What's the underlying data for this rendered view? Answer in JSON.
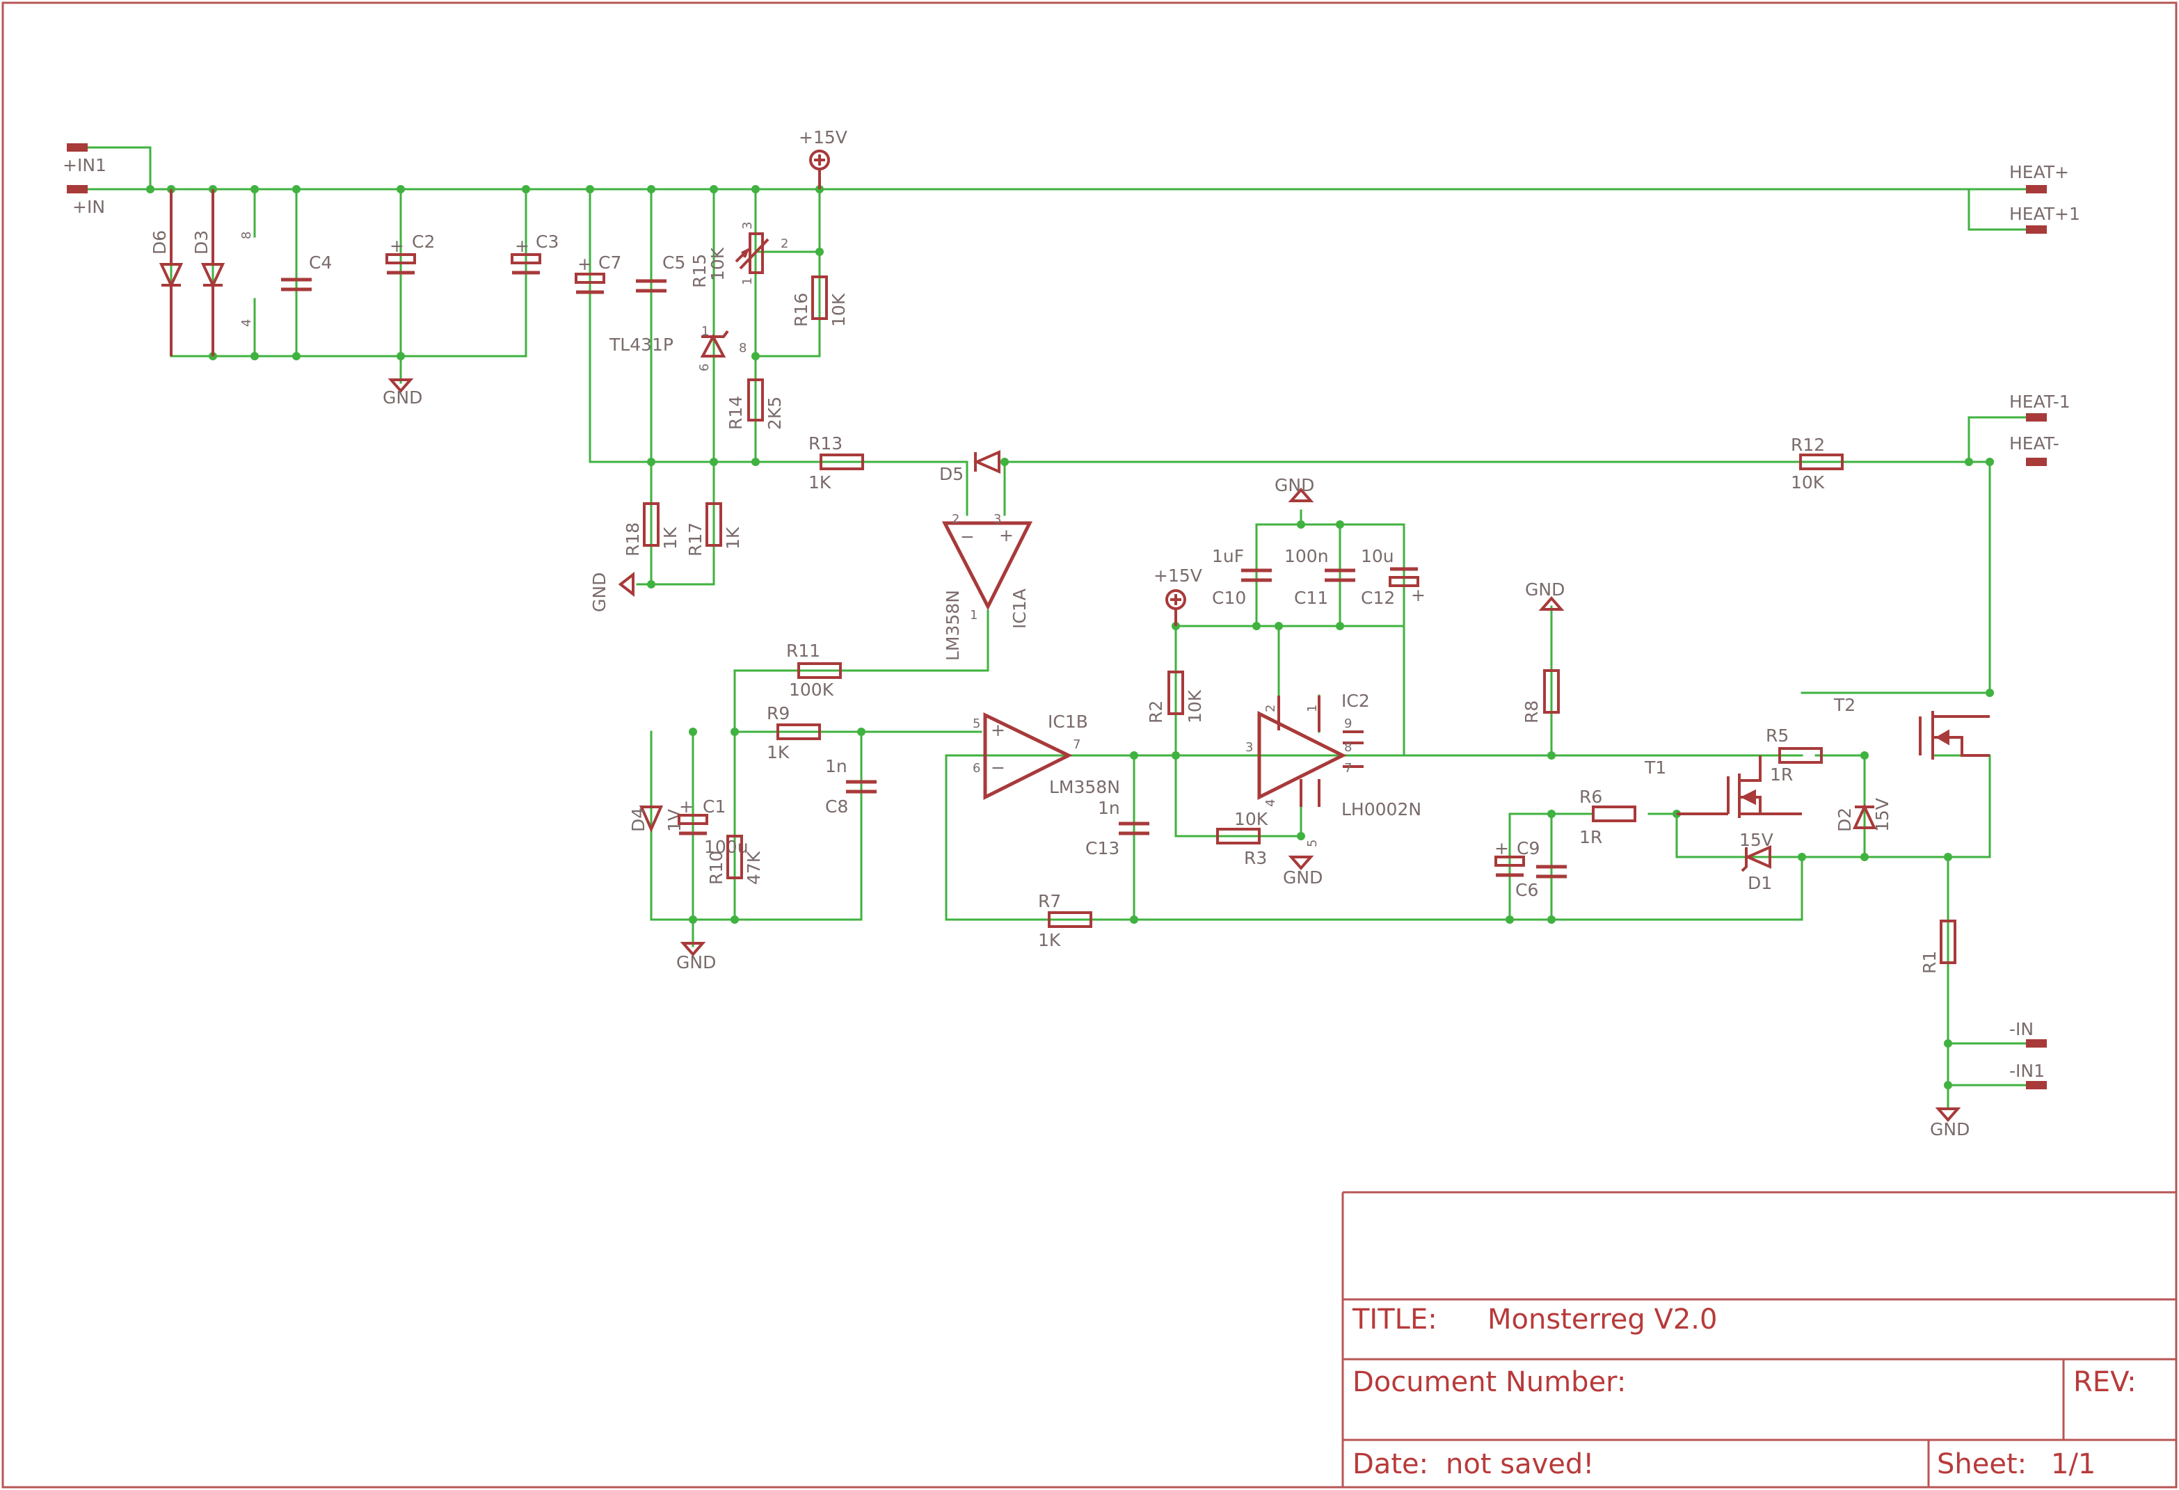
{
  "title_block": {
    "title_label": "TITLE:",
    "title": "Monsterreg V2.0",
    "docnum_label": "Document Number:",
    "rev_label": "REV:",
    "date_label": "Date:",
    "date_value": "not saved!",
    "sheet_label": "Sheet:",
    "sheet_value": "1/1"
  },
  "ports": {
    "in_plus1": "+IN1",
    "in_plus": "+IN",
    "heat_plus": "HEAT+",
    "heat_plus1": "HEAT+1",
    "heat_minus1": "HEAT-1",
    "heat_minus": "HEAT-",
    "in_minus": "-IN",
    "in_minus1": "-IN1"
  },
  "power": {
    "v15": "+15V",
    "gnd": "GND"
  },
  "components": {
    "D6": "D6",
    "D3": "D3",
    "C4": "C4",
    "C2": "C2",
    "C3": "C3",
    "C7": "C7",
    "C5": "C5",
    "R15": "R15",
    "R15v": "10K",
    "R16": "R16",
    "R16v": "10K",
    "TL431": "TL431P",
    "R14": "R14",
    "R14v": "2K5",
    "R13": "R13",
    "R13v": "1K",
    "D5": "D5",
    "R12": "R12",
    "R12v": "10K",
    "R18": "R18",
    "R18v": "1K",
    "R17": "R17",
    "R17v": "1K",
    "IC1A": "IC1A",
    "IC1A_part": "LM358N",
    "R11": "R11",
    "R11v": "100K",
    "R9": "R9",
    "R9v": "1K",
    "C8": "C8",
    "C8v": "1n",
    "D4": "D4",
    "D4v": "1V",
    "C1": "C1",
    "C1v": "100u",
    "R10": "R10",
    "R10v": "47K",
    "IC1B": "IC1B",
    "IC1B_part": "LM358N",
    "R2": "R2",
    "R2v": "10K",
    "C13": "C13",
    "C13v": "1n",
    "R7": "R7",
    "R7v": "1K",
    "R3": "R3",
    "R3v": "10K",
    "IC2": "IC2",
    "IC2_part": "LH0002N",
    "C10": "C10",
    "C10v": "1uF",
    "C11": "C11",
    "C11v": "100n",
    "C12": "C12",
    "C12v": "10u",
    "R8": "R8",
    "C9": "C9",
    "C6": "C6",
    "R6": "R6",
    "R6v": "1R",
    "T1": "T1",
    "D1": "D1",
    "D1v": "15V",
    "R5": "R5",
    "R5v": "1R",
    "T2": "T2",
    "D2": "D2",
    "D2v": "15V",
    "R1": "R1"
  },
  "pins": {
    "p1": "1",
    "p2": "2",
    "p3": "3",
    "p4": "4",
    "p5": "5",
    "p6": "6",
    "p7": "7",
    "p8": "8",
    "p9": "9",
    "plus": "+",
    "minus": "−"
  }
}
